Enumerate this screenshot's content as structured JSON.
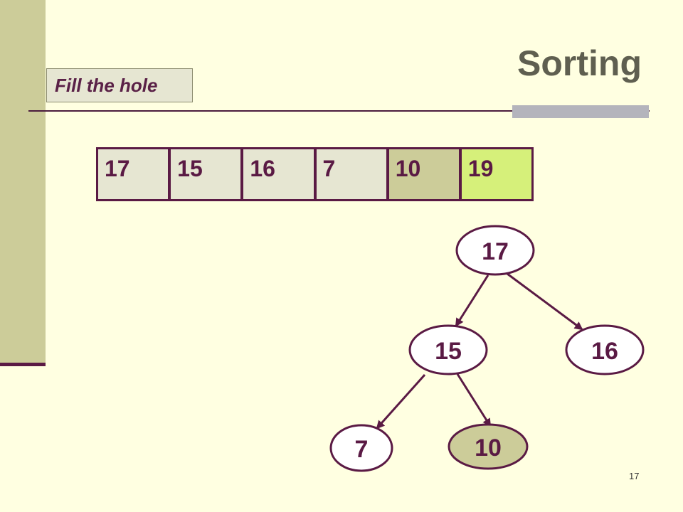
{
  "slide": {
    "title": "Sorting",
    "subtitle": "Fill the hole",
    "page_number": "17"
  },
  "array": {
    "cells": [
      "17",
      "15",
      "16",
      "7",
      "10",
      "19"
    ],
    "hole_index": 4,
    "sorted_index": 5
  },
  "tree": {
    "nodes": [
      "17",
      "15",
      "16",
      "7",
      "10"
    ],
    "hole_node": "10"
  },
  "colors": {
    "background": "#ffffe1",
    "accent_bar": "#cccc99",
    "text_dark": "#5a1a44",
    "cell_fill": "#e6e6d2",
    "hole_fill": "#cccc99",
    "sorted_fill": "#d6f07a"
  }
}
